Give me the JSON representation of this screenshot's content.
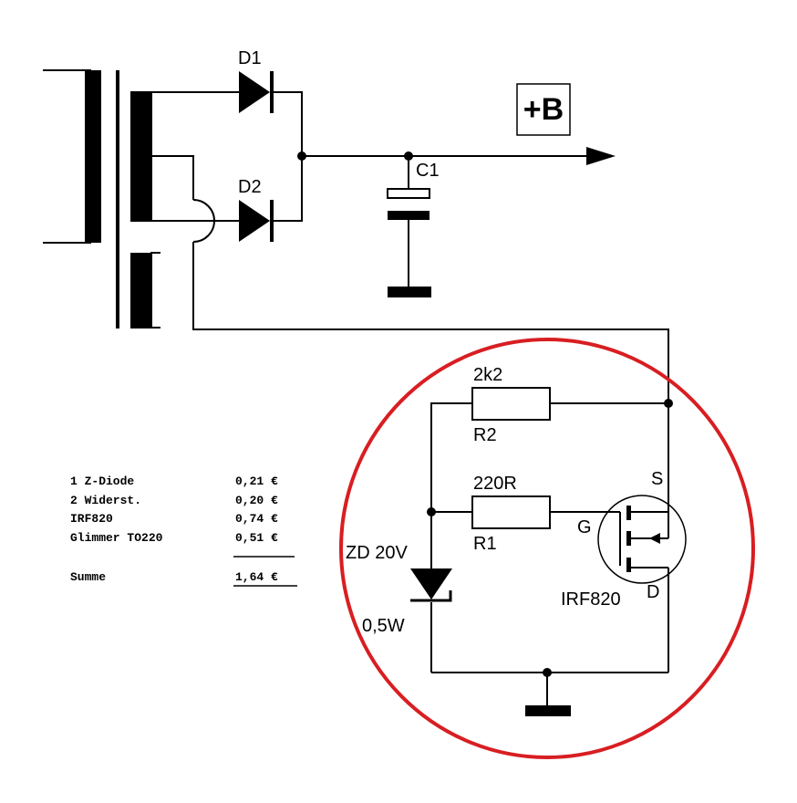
{
  "colors": {
    "wire": "#000000",
    "highlight_circle": "#d81e22",
    "background": "#ffffff"
  },
  "labels": {
    "d1": "D1",
    "d2": "D2",
    "c1": "C1",
    "plus_b": "+B",
    "r2_value": "2k2",
    "r2_name": "R2",
    "r1_value": "220R",
    "r1_name": "R1",
    "zd_name": "ZD 20V",
    "zd_power": "0,5W",
    "mosfet_name": "IRF820",
    "pin_s": "S",
    "pin_g": "G",
    "pin_d": "D"
  },
  "parts_list": {
    "items": [
      {
        "name": "1 Z-Diode",
        "price": "0,21 €"
      },
      {
        "name": "2 Widerst.",
        "price": "0,20 €"
      },
      {
        "name": "IRF820",
        "price": "0,74 €"
      },
      {
        "name": "Glimmer TO220",
        "price": "0,51 €"
      }
    ],
    "total_label": "Summe",
    "total_price": "1,64 €"
  }
}
